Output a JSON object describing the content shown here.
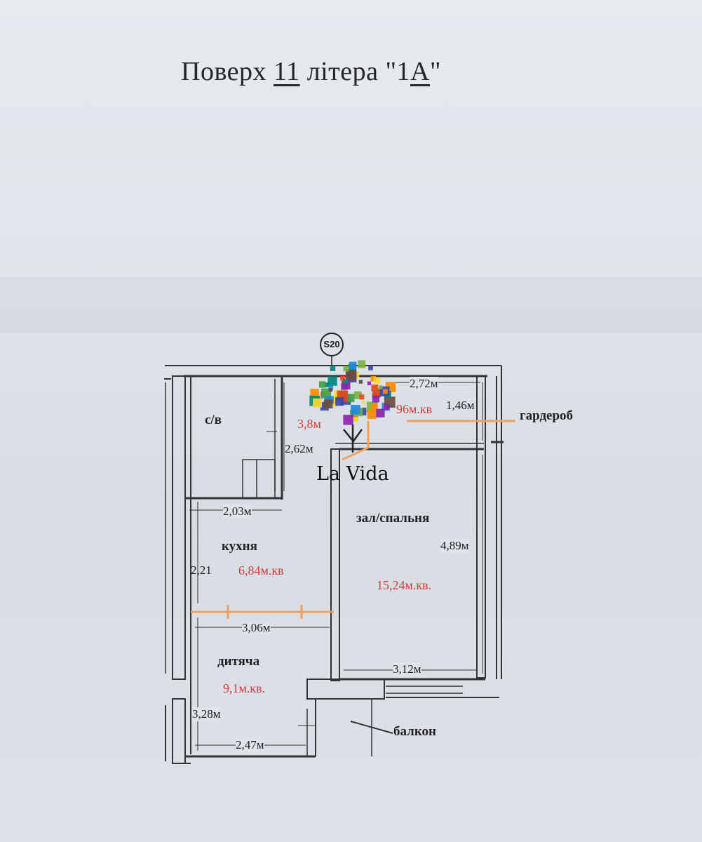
{
  "header": {
    "title_prefix": "Поверх ",
    "floor": "11",
    "title_mid": " літера \"1",
    "letter": "А",
    "title_suffix": "\""
  },
  "axis_marker": "S20",
  "rooms": {
    "bathroom": {
      "name": "с/в",
      "area": "3,8м"
    },
    "wardrobe": {
      "name": "гардероб",
      "area": "96м.кв",
      "width": "2,72м",
      "depth": "1,46м"
    },
    "kitchen": {
      "name": "кухня",
      "area": "6,84м.кв",
      "side": "2,21"
    },
    "living": {
      "name": "зал/спальня",
      "area": "15,24м.кв.",
      "depth": "4,89м",
      "width": "3,12м"
    },
    "kids": {
      "name": "дитяча",
      "area": "9,1м.кв.",
      "depth": "3,28м",
      "width": "2,47м"
    },
    "balcony": {
      "name": "балкон"
    }
  },
  "dimensions": {
    "bath_height": "2,62м",
    "bath_width": "2,03м",
    "kitchen_width": "3,06м"
  },
  "logo": {
    "text": "La Vida",
    "colors": [
      "#e64a19",
      "#43a047",
      "#1e88e5",
      "#fdd835",
      "#8e24aa",
      "#fb8c00",
      "#00897b",
      "#6d4c41",
      "#7cb342",
      "#3949ab"
    ]
  },
  "annotation_color": "#f0a060"
}
